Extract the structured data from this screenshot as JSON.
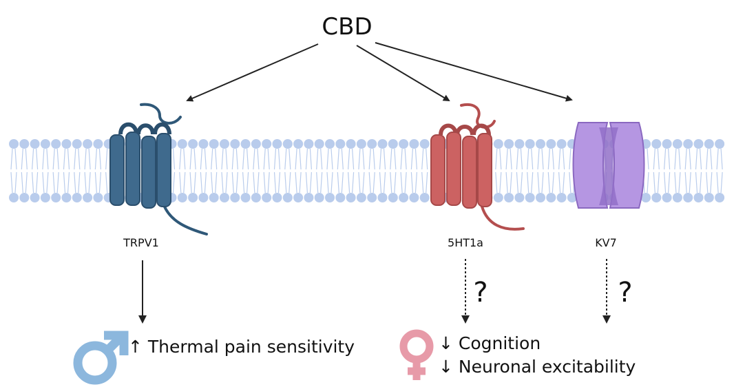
{
  "title": "CBD",
  "receptors": [
    {
      "id": "trpv1",
      "label": "TRPV1",
      "color": "#3f6a8d"
    },
    {
      "id": "5ht1a",
      "label": "5HT1a",
      "color": "#cc6262"
    },
    {
      "id": "kv7",
      "label": "KV7",
      "color": "#a88ad8"
    }
  ],
  "question_mark": "?",
  "male_effects": [
    "↑ Thermal pain sensitivity"
  ],
  "female_effects": [
    "↓ Cognition",
    "↓ Neuronal excitability"
  ],
  "colors": {
    "membrane": "#b9ccec",
    "male_symbol": "#8cb7dd",
    "female_symbol": "#e79aa8",
    "arrow": "#222222"
  },
  "icons": {
    "male": "male-symbol-icon",
    "female": "female-symbol-icon"
  }
}
